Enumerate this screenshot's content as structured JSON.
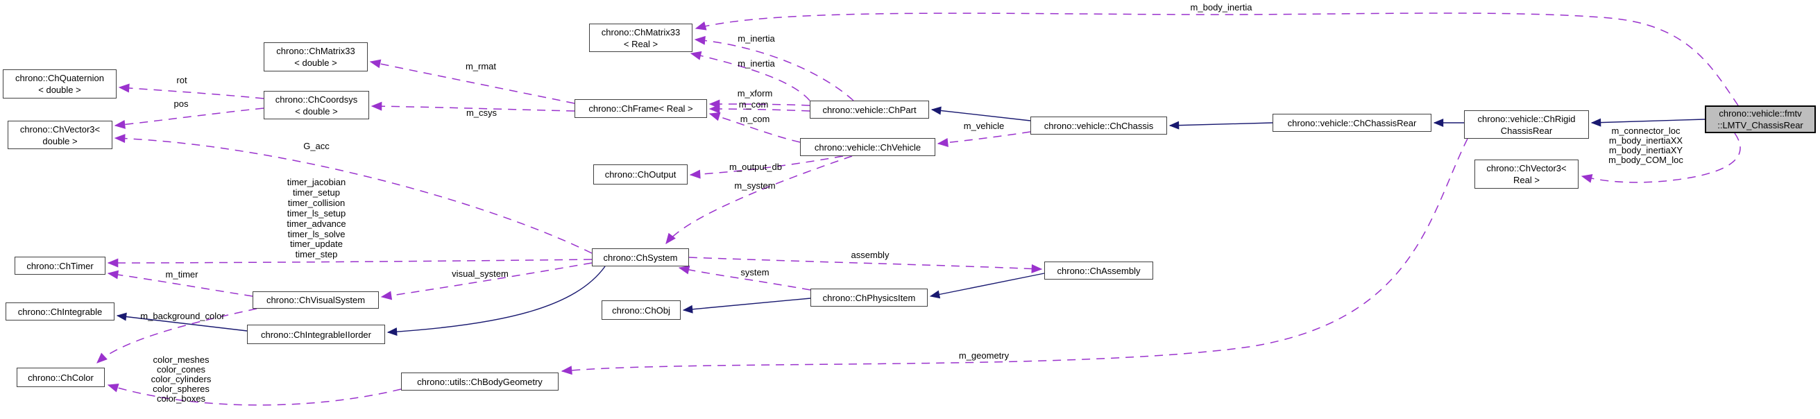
{
  "diagram": {
    "kind": "doxygen-collaboration-graph",
    "focus_class": "chrono::vehicle::fmtv::LMTV_ChassisRear"
  },
  "colors": {
    "background": "#ffffff",
    "node_border": "#404040",
    "node_fill": "#ffffff",
    "focus_node_fill": "#bebebe",
    "focus_node_border": "#000000",
    "inheritance_edge": "#191970",
    "usage_edge": "#9a32cd",
    "text": "#000000"
  },
  "nodes": {
    "chquaternion": {
      "label": "chrono::ChQuaternion\n< double >"
    },
    "chvector3_double": {
      "label": "chrono::ChVector3<\ndouble >"
    },
    "chmatrix33_double": {
      "label": "chrono::ChMatrix33\n< double >"
    },
    "chcoordsys": {
      "label": "chrono::ChCoordsys\n< double >"
    },
    "chmatrix33_real": {
      "label": "chrono::ChMatrix33\n< Real >"
    },
    "chframe": {
      "label": "chrono::ChFrame< Real >"
    },
    "choutput": {
      "label": "chrono::ChOutput"
    },
    "chpart": {
      "label": "chrono::vehicle::ChPart"
    },
    "chvehicle": {
      "label": "chrono::vehicle::ChVehicle"
    },
    "chchassis": {
      "label": "chrono::vehicle::ChChassis"
    },
    "chchassisrear": {
      "label": "chrono::vehicle::ChChassisRear"
    },
    "chrigidchassisrear": {
      "label": "chrono::vehicle::ChRigid\nChassisRear"
    },
    "lmtv_chassisrear": {
      "label": "chrono::vehicle::fmtv\n::LMTV_ChassisRear"
    },
    "chvector3_real": {
      "label": "chrono::ChVector3<\nReal >"
    },
    "chsystem": {
      "label": "chrono::ChSystem"
    },
    "chtimer": {
      "label": "chrono::ChTimer"
    },
    "chvisualsystem": {
      "label": "chrono::ChVisualSystem"
    },
    "chintegrable": {
      "label": "chrono::ChIntegrable"
    },
    "chintegrableiiorder": {
      "label": "chrono::ChIntegrableIIorder"
    },
    "chassembly": {
      "label": "chrono::ChAssembly"
    },
    "chphysicsitem": {
      "label": "chrono::ChPhysicsItem"
    },
    "chobj": {
      "label": "chrono::ChObj"
    },
    "chcolor": {
      "label": "chrono::ChColor"
    },
    "chbodygeometry": {
      "label": "chrono::utils::ChBodyGeometry"
    }
  },
  "edge_labels": {
    "rot": "rot",
    "pos": "pos",
    "g_acc": "G_acc",
    "m_rmat": "m_rmat",
    "m_csys": "m_csys",
    "m_inertia_1": "m_inertia",
    "m_inertia_2": "m_inertia",
    "m_xform": "m_xform",
    "m_com_1": "m_com",
    "m_com_2": "m_com",
    "m_vehicle": "m_vehicle",
    "m_output_db": "m_output_db",
    "m_system": "m_system",
    "assembly": "assembly",
    "system": "system",
    "visual_system": "visual_system",
    "timers": "timer_jacobian\ntimer_setup\ntimer_collision\ntimer_ls_setup\ntimer_advance\ntimer_ls_solve\ntimer_update\ntimer_step",
    "m_timer": "m_timer",
    "m_background_color": "m_background_color",
    "colors_bundle": "color_meshes\ncolor_cones\ncolor_cylinders\ncolor_spheres\ncolor_boxes",
    "m_geometry": "m_geometry",
    "m_connector_bundle": "m_connector_loc\nm_body_inertiaXX\nm_body_inertiaXY\nm_body_COM_loc",
    "m_body_inertia": "m_body_inertia"
  }
}
